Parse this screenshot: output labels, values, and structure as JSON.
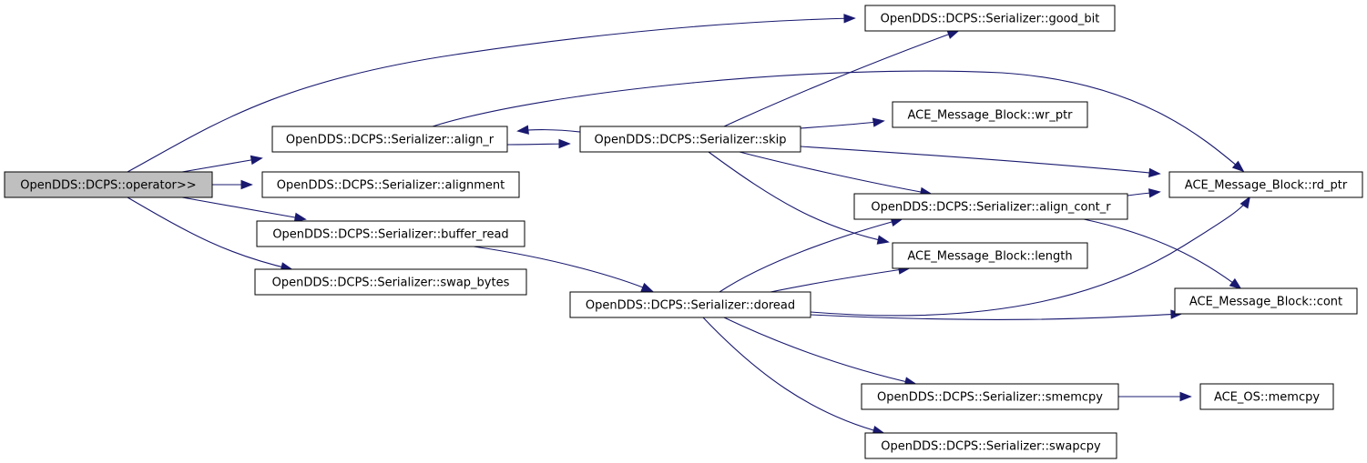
{
  "graph": {
    "nodes": [
      {
        "id": "operator",
        "label": "OpenDDS::DCPS::operator>>",
        "root": true
      },
      {
        "id": "good_bit",
        "label": "OpenDDS::DCPS::Serializer::good_bit"
      },
      {
        "id": "align_r",
        "label": "OpenDDS::DCPS::Serializer::align_r"
      },
      {
        "id": "skip",
        "label": "OpenDDS::DCPS::Serializer::skip"
      },
      {
        "id": "wr_ptr",
        "label": "ACE_Message_Block::wr_ptr"
      },
      {
        "id": "alignment",
        "label": "OpenDDS::DCPS::Serializer::alignment"
      },
      {
        "id": "rd_ptr",
        "label": "ACE_Message_Block::rd_ptr"
      },
      {
        "id": "align_cont_r",
        "label": "OpenDDS::DCPS::Serializer::align_cont_r"
      },
      {
        "id": "buffer_read",
        "label": "OpenDDS::DCPS::Serializer::buffer_read"
      },
      {
        "id": "length",
        "label": "ACE_Message_Block::length"
      },
      {
        "id": "swap_bytes",
        "label": "OpenDDS::DCPS::Serializer::swap_bytes"
      },
      {
        "id": "doread",
        "label": "OpenDDS::DCPS::Serializer::doread"
      },
      {
        "id": "cont",
        "label": "ACE_Message_Block::cont"
      },
      {
        "id": "smemcpy",
        "label": "OpenDDS::DCPS::Serializer::smemcpy"
      },
      {
        "id": "memcpy",
        "label": "ACE_OS::memcpy"
      },
      {
        "id": "swapcpy",
        "label": "OpenDDS::DCPS::Serializer::swapcpy"
      }
    ],
    "edges": [
      {
        "from": "operator",
        "to": "good_bit"
      },
      {
        "from": "operator",
        "to": "align_r"
      },
      {
        "from": "operator",
        "to": "alignment"
      },
      {
        "from": "operator",
        "to": "buffer_read"
      },
      {
        "from": "operator",
        "to": "swap_bytes"
      },
      {
        "from": "align_r",
        "to": "rd_ptr"
      },
      {
        "from": "align_r",
        "to": "skip"
      },
      {
        "from": "skip",
        "to": "align_r"
      },
      {
        "from": "skip",
        "to": "good_bit"
      },
      {
        "from": "skip",
        "to": "wr_ptr"
      },
      {
        "from": "skip",
        "to": "rd_ptr"
      },
      {
        "from": "skip",
        "to": "align_cont_r"
      },
      {
        "from": "skip",
        "to": "length"
      },
      {
        "from": "buffer_read",
        "to": "doread"
      },
      {
        "from": "align_cont_r",
        "to": "rd_ptr"
      },
      {
        "from": "align_cont_r",
        "to": "cont"
      },
      {
        "from": "doread",
        "to": "align_cont_r"
      },
      {
        "from": "doread",
        "to": "length"
      },
      {
        "from": "doread",
        "to": "rd_ptr"
      },
      {
        "from": "doread",
        "to": "cont"
      },
      {
        "from": "doread",
        "to": "smemcpy"
      },
      {
        "from": "doread",
        "to": "swapcpy"
      },
      {
        "from": "smemcpy",
        "to": "memcpy"
      }
    ]
  }
}
